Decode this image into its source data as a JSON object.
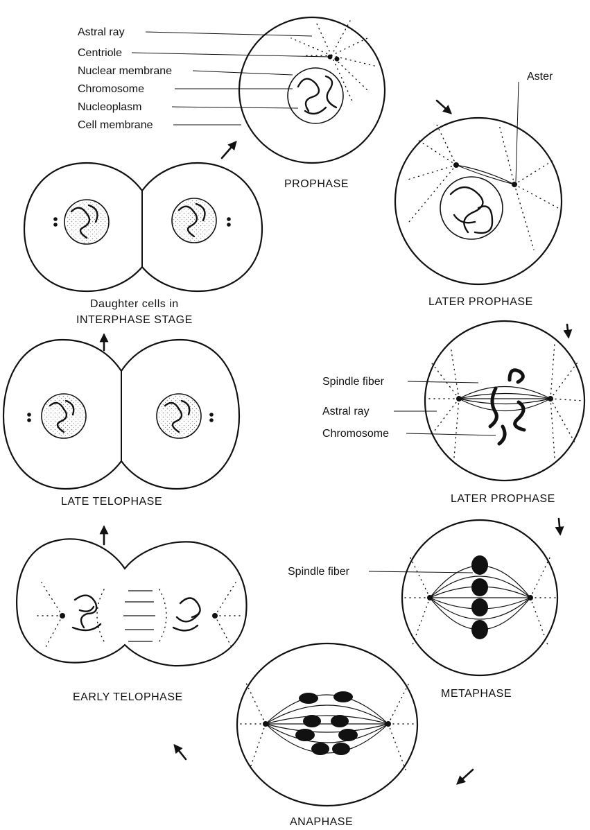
{
  "labels": {
    "astral_ray": "Astral ray",
    "centriole": "Centriole",
    "nuclear_membrane": "Nuclear membrane",
    "chromosome": "Chromosome",
    "nucleoplasm": "Nucleoplasm",
    "cell_membrane": "Cell membrane",
    "aster": "Aster",
    "spindle_fiber": "Spindle fiber",
    "astral_ray_2": "Astral ray",
    "chromosome_2": "Chromosome",
    "spindle_fiber_2": "Spindle fiber"
  },
  "stages": {
    "prophase": "PROPHASE",
    "later_prophase_1": "LATER PROPHASE",
    "later_prophase_2": "LATER PROPHASE",
    "metaphase": "METAPHASE",
    "anaphase": "ANAPHASE",
    "early_telophase": "EARLY TELOPHASE",
    "late_telophase": "LATE TELOPHASE",
    "interphase_line1": "Daughter cells in",
    "interphase_line2": "INTERPHASE STAGE"
  }
}
